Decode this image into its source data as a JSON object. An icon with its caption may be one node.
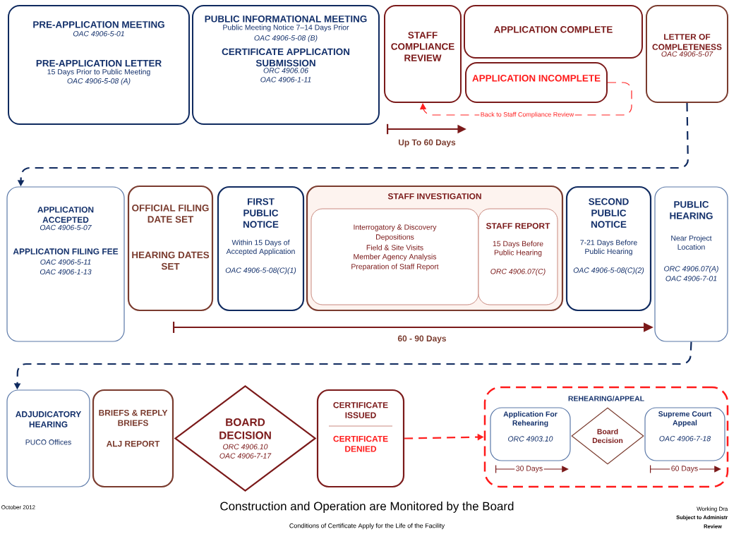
{
  "diagram": {
    "title": "Construction and Operation are Monitored by the Board",
    "caption": "Conditions of Certificate Apply for the Life of the Facility",
    "nodes": [
      {
        "text": [
          "PRE-APPLICATION MEETING",
          "OAC 4906-5-01",
          "PRE-APPLICATION LETTER",
          "15 Days Prior to Public Meeting",
          "OAC 4906-5-08 (A)"
        ]
      },
      {
        "text": [
          "PUBLIC INFORMATIONAL MEETING",
          "Public Meeting Notice 7–14 Days Prior",
          "OAC 4906-5-08 (B)",
          "CERTIFICATE APPLICATION SUBMISSION",
          "ORC 4906.06",
          "OAC 4906-1-11"
        ]
      },
      {
        "text": [
          "STAFF COMPLIANCE REVIEW"
        ]
      },
      {
        "text": [
          "APPLICATION COMPLETE"
        ]
      },
      {
        "text": [
          "APPLICATION INCOMPLETE"
        ]
      },
      {
        "text": [
          "LETTER OF COMPLETENESS",
          "OAC 4906-5-07"
        ]
      },
      {
        "text": [
          "APPLICATION ACCEPTED",
          "OAC 4906-5-07",
          "APPLICATION FILING FEE",
          "OAC 4906-5-11",
          "OAC 4906-1-13"
        ]
      },
      {
        "text": [
          "OFFICIAL FILING DATE SET",
          "HEARING DATES SET"
        ]
      },
      {
        "text": [
          "FIRST PUBLIC NOTICE",
          "Within 15 Days of Accepted Application",
          "OAC 4906-5-08(C)(1)"
        ]
      },
      {
        "text": [
          "STAFF INVESTIGATION"
        ]
      },
      {
        "text": [
          "Interrogatory & Discovery",
          "Depositions",
          "Field & Site Visits",
          "Member Agency Analysis",
          "Preparation of Staff Report"
        ],
        "in": 9
      },
      {
        "text": [
          "STAFF REPORT",
          "15 Days Before Public Hearing",
          "ORC 4906.07(C)"
        ],
        "in": 9
      },
      {
        "text": [
          "SECOND PUBLIC NOTICE",
          "7-21 Days Before Public Hearing",
          "OAC 4906-5-08(C)(2)"
        ]
      },
      {
        "text": [
          "PUBLIC HEARING",
          "Near Project Location",
          "ORC 4906.07(A)",
          "OAC 4906-7-01"
        ]
      },
      {
        "text": [
          "ADJUDICATORY HEARING",
          "PUCO Offices"
        ]
      },
      {
        "text": [
          "BRIEFS & REPLY BRIEFS",
          "ALJ REPORT"
        ]
      },
      {
        "text": [
          "BOARD DECISION",
          "ORC 4906.10",
          "OAC 4906-7-17"
        ]
      },
      {
        "text": [
          "CERTIFICATE ISSUED",
          "CERTIFICATE DENIED"
        ]
      },
      {
        "text": [
          "REHEARING/APPEAL"
        ]
      },
      {
        "text": [
          "Application For Rehearing",
          "ORC 4903.10"
        ],
        "in": 18
      },
      {
        "text": [
          "Board Decision"
        ],
        "in": 18
      },
      {
        "text": [
          "Supreme Court Appeal",
          "OAC 4906-7-18"
        ],
        "in": 18
      }
    ],
    "edges": [
      {
        "from": 4,
        "to": 2,
        "arrow": "to",
        "label": "Back to Staff Compliance Review",
        "style": "dashed",
        "color": "#ff2020"
      },
      {
        "from": 5,
        "to": 6,
        "arrow": "to",
        "style": "dashed",
        "color": "#0f2a5f"
      },
      {
        "from": 13,
        "to": 14,
        "arrow": "to",
        "style": "dashed",
        "color": "#0f2a5f"
      },
      {
        "from": 17,
        "to": 18,
        "arrow": "to",
        "style": "dashed",
        "color": "#ff2020"
      }
    ],
    "labels": [
      "Up To 60 Days",
      "60 - 90 Days",
      "30 Days",
      "60 Days",
      "October 2012",
      "Working Dra",
      "Subject to Administr",
      "Review"
    ]
  }
}
